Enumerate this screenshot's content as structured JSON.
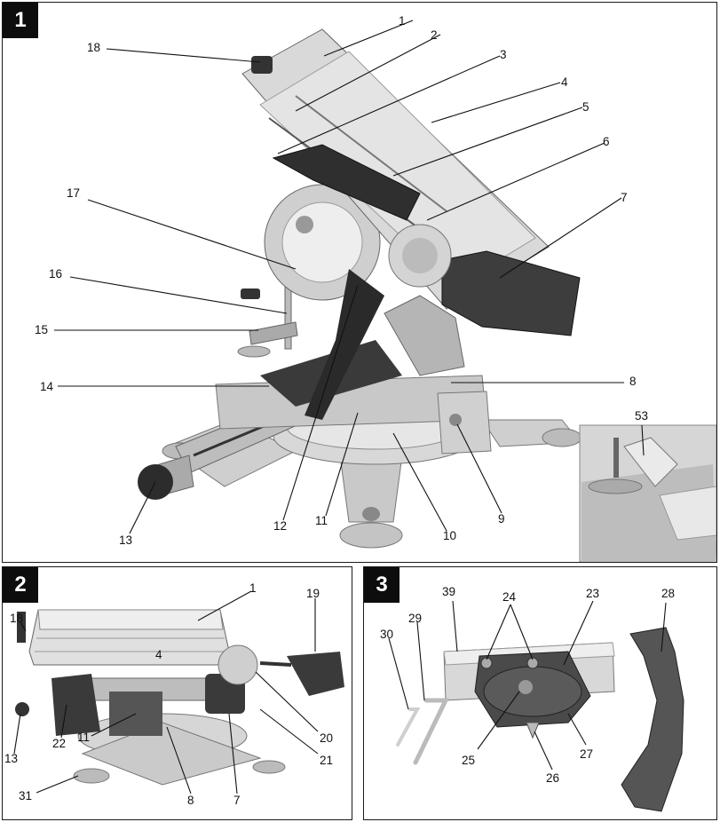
{
  "panels": [
    {
      "id": "1",
      "callouts": [
        {
          "n": "1"
        },
        {
          "n": "2"
        },
        {
          "n": "3"
        },
        {
          "n": "4"
        },
        {
          "n": "5"
        },
        {
          "n": "6"
        },
        {
          "n": "7"
        },
        {
          "n": "8"
        },
        {
          "n": "9"
        },
        {
          "n": "10"
        },
        {
          "n": "11"
        },
        {
          "n": "12"
        },
        {
          "n": "13"
        },
        {
          "n": "14"
        },
        {
          "n": "15"
        },
        {
          "n": "16"
        },
        {
          "n": "17"
        },
        {
          "n": "18"
        },
        {
          "n": "53"
        }
      ]
    },
    {
      "id": "2",
      "callouts": [
        {
          "n": "1"
        },
        {
          "n": "18"
        },
        {
          "n": "4"
        },
        {
          "n": "19"
        },
        {
          "n": "13"
        },
        {
          "n": "22"
        },
        {
          "n": "11"
        },
        {
          "n": "20"
        },
        {
          "n": "21"
        },
        {
          "n": "31"
        },
        {
          "n": "8"
        },
        {
          "n": "7"
        }
      ]
    },
    {
      "id": "3",
      "callouts": [
        {
          "n": "39"
        },
        {
          "n": "24"
        },
        {
          "n": "23"
        },
        {
          "n": "28"
        },
        {
          "n": "29"
        },
        {
          "n": "30"
        },
        {
          "n": "25"
        },
        {
          "n": "26"
        },
        {
          "n": "27"
        }
      ]
    }
  ],
  "colors": {
    "ink": "#111111",
    "metal": "#d4d4d4",
    "dark": "#3a3a3a",
    "mid": "#9a9a9a"
  }
}
